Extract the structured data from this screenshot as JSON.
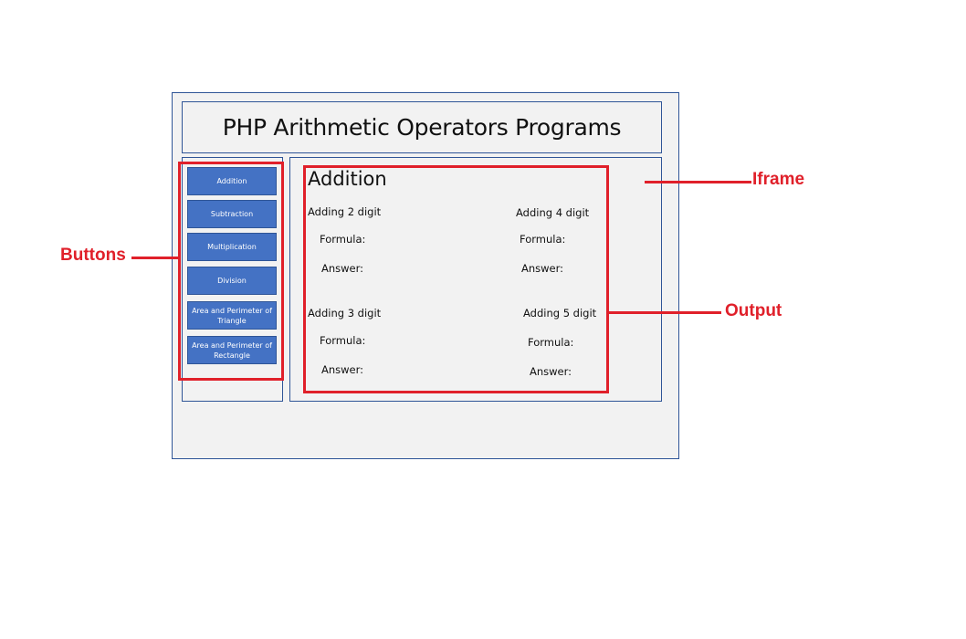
{
  "title": "PHP Arithmetic Operators Programs",
  "buttons": [
    {
      "label": "Addition"
    },
    {
      "label": "Subtraction"
    },
    {
      "label": "Multiplication"
    },
    {
      "label": "Division"
    },
    {
      "label": "Area and Perimeter of Triangle"
    },
    {
      "label": "Area and Perimeter of Rectangle"
    }
  ],
  "output": {
    "heading": "Addition",
    "sections": [
      {
        "label": "Adding 2 digit",
        "formula": "Formula:",
        "answer": "Answer:"
      },
      {
        "label": "Adding 4 digit",
        "formula": "Formula:",
        "answer": "Answer:"
      },
      {
        "label": "Adding 3 digit",
        "formula": "Formula:",
        "answer": "Answer:"
      },
      {
        "label": "Adding 5 digit",
        "formula": "Formula:",
        "answer": "Answer:"
      }
    ]
  },
  "callouts": {
    "buttons": "Buttons",
    "iframe": "Iframe",
    "output": "Output"
  },
  "colors": {
    "button_fill": "#4472c4",
    "border": "#2f5597",
    "panel": "#f2f2f2",
    "annotation": "#e0202a"
  }
}
